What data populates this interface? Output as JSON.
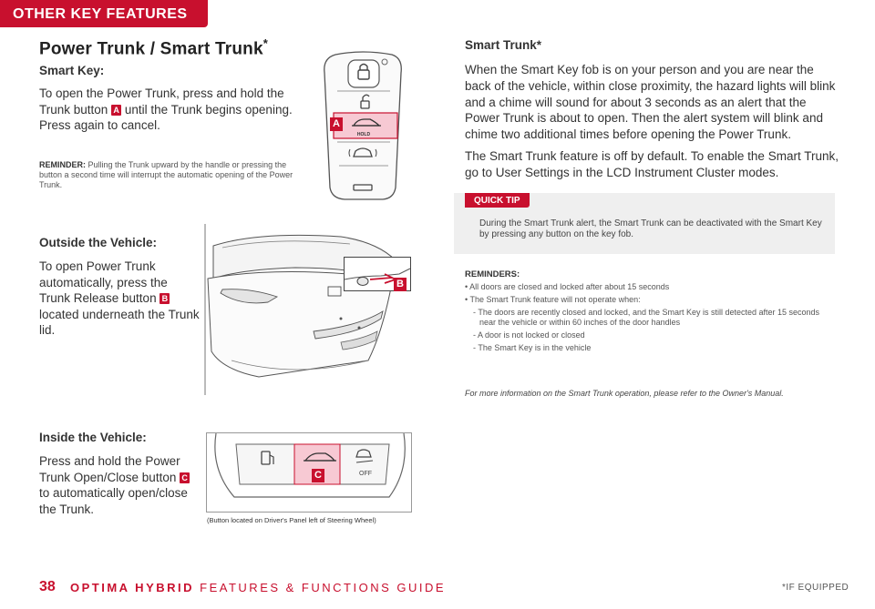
{
  "header": {
    "tab_label": "OTHER KEY FEATURES"
  },
  "page_title": "Power Trunk / Smart Trunk",
  "page_title_asterisk": "*",
  "smart_key": {
    "heading": "Smart Key:",
    "text_a": "To open the Power Trunk, press and hold the Trunk button",
    "badge": "A",
    "text_b": "until the Trunk begins opening. Press again to cancel.",
    "reminder_label": "REMINDER:",
    "reminder_text": "Pulling the Trunk upward by the handle or pressing the button a second time will interrupt the automatic opening of the Power Trunk.",
    "fob_hold_label": "HOLD"
  },
  "outside": {
    "heading": "Outside the Vehicle:",
    "text_a": "To open Power Trunk automatically, press the Trunk Release button",
    "badge": "B",
    "text_b": "located underneath the Trunk lid."
  },
  "inside": {
    "heading": "Inside the Vehicle:",
    "text_a": "Press and hold the Power Trunk Open/Close button",
    "badge": "C",
    "text_b": "to automatically open/close the Trunk.",
    "caption": "(Button located on Driver's Panel left of Steering Wheel)",
    "off_label": "OFF"
  },
  "smart_trunk": {
    "heading": "Smart Trunk*",
    "para1": "When the Smart Key fob is on your person and you are near the back of the vehicle, within close proximity, the hazard lights will blink and a chime will sound for about 3 seconds as an alert that the Power Trunk is about to open. Then the alert system will blink and chime two additional times before opening the Power Trunk.",
    "para2": "The Smart Trunk feature is off by default. To enable the Smart Trunk, go to User Settings in the LCD Instrument Cluster modes."
  },
  "quick_tip": {
    "label": "QUICK TIP",
    "text": "During the Smart Trunk alert, the Smart Trunk can be deactivated with the Smart Key by pressing any button on the key fob."
  },
  "reminders": {
    "title": "REMINDERS:",
    "items": [
      "All doors are closed and locked after about 15 seconds",
      "The Smart Trunk feature will not operate when:"
    ],
    "subitems": [
      "The doors are recently closed and locked, and the Smart Key is still detected after 15 seconds near the vehicle or within 60 inches of the door handles",
      "A door is not locked or closed",
      "The Smart Key is in the vehicle"
    ],
    "more_info": "For more information on the Smart Trunk operation, please refer to the Owner's Manual."
  },
  "footer": {
    "page_number": "38",
    "model": "OPTIMA HYBRID",
    "guide": "FEATURES & FUNCTIONS GUIDE",
    "if_equipped": "*IF EQUIPPED"
  },
  "colors": {
    "accent": "#c8102e",
    "tip_bg": "#efefef",
    "highlight": "#f7c9d3"
  }
}
